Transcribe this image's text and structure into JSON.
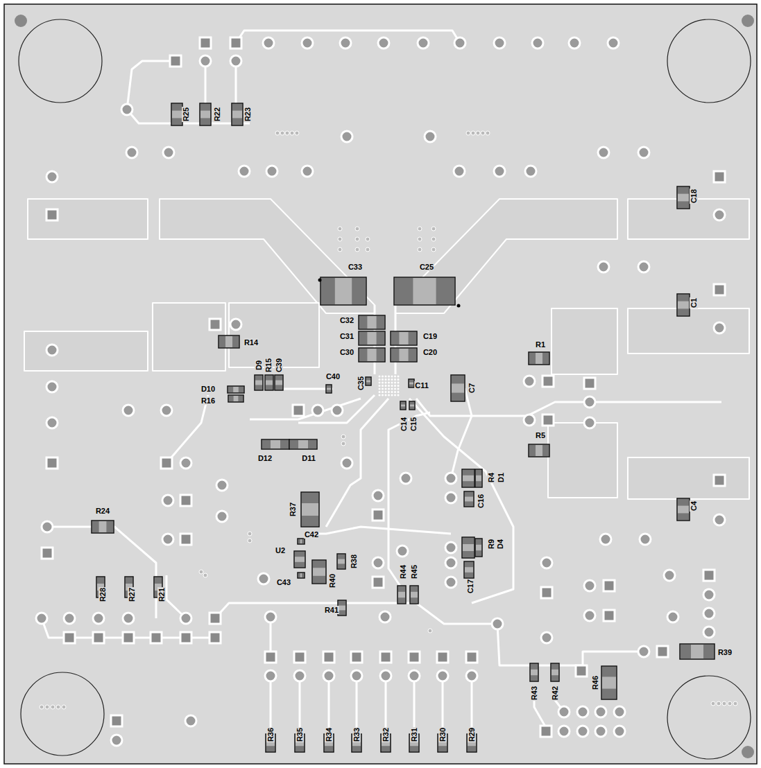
{
  "diagram": {
    "labels": [
      "R25",
      "R22",
      "R23",
      "C18",
      "C33",
      "C25",
      "C32",
      "C1",
      "R14",
      "C31",
      "C19",
      "R1",
      "C30",
      "C20",
      "D9",
      "R15",
      "C39",
      "C40",
      "C35",
      "C11",
      "C7",
      "D10",
      "R16",
      "C14",
      "C15",
      "R5",
      "D12",
      "D11",
      "R4",
      "D1",
      "C16",
      "C4",
      "R37",
      "R24",
      "C42",
      "R9",
      "D4",
      "U2",
      "R38",
      "R44",
      "R45",
      "C43",
      "R40",
      "C17",
      "R28",
      "R27",
      "R21",
      "R41",
      "R39",
      "R46",
      "R43",
      "R42",
      "R36",
      "R35",
      "R34",
      "R33",
      "R32",
      "R31",
      "R30",
      "R29"
    ]
  }
}
